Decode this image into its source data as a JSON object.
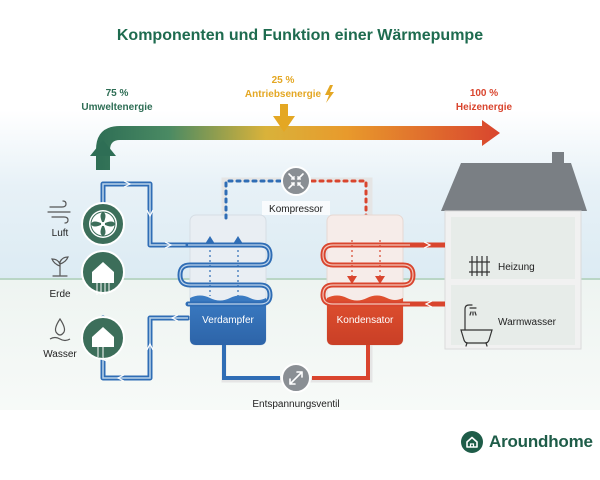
{
  "title": "Komponenten und Funktion einer Wärmepumpe",
  "energy": {
    "ambient_percent": "75 %",
    "ambient_label": "Umweltenergie",
    "drive_percent": "25 %",
    "drive_label": "Antriebsenergie",
    "heat_percent": "100 %",
    "heat_label": "Heizenergie"
  },
  "sources": [
    "Luft",
    "Erde",
    "Wasser"
  ],
  "components": {
    "compressor": "Kompressor",
    "evaporator": "Verdampfer",
    "condenser": "Kondensator",
    "expansion_valve": "Entspannungsventil"
  },
  "consumers": {
    "heating": "Heizung",
    "hot_water": "Warmwasser"
  },
  "brand": "Aroundhome",
  "colors": {
    "title_green": "#1e6b4f",
    "cold_blue": "#2f6db5",
    "hot_red": "#d9452e",
    "ambient_green": "#2e6e55",
    "drive_orange": "#e4a723"
  },
  "icons": [
    "fan-icon",
    "house-icon",
    "plant-icon",
    "water-drop-icon",
    "wind-icon",
    "compressor-icon",
    "expansion-valve-icon",
    "lightning-icon",
    "radiator-icon",
    "bathtub-icon",
    "brand-house-icon"
  ]
}
